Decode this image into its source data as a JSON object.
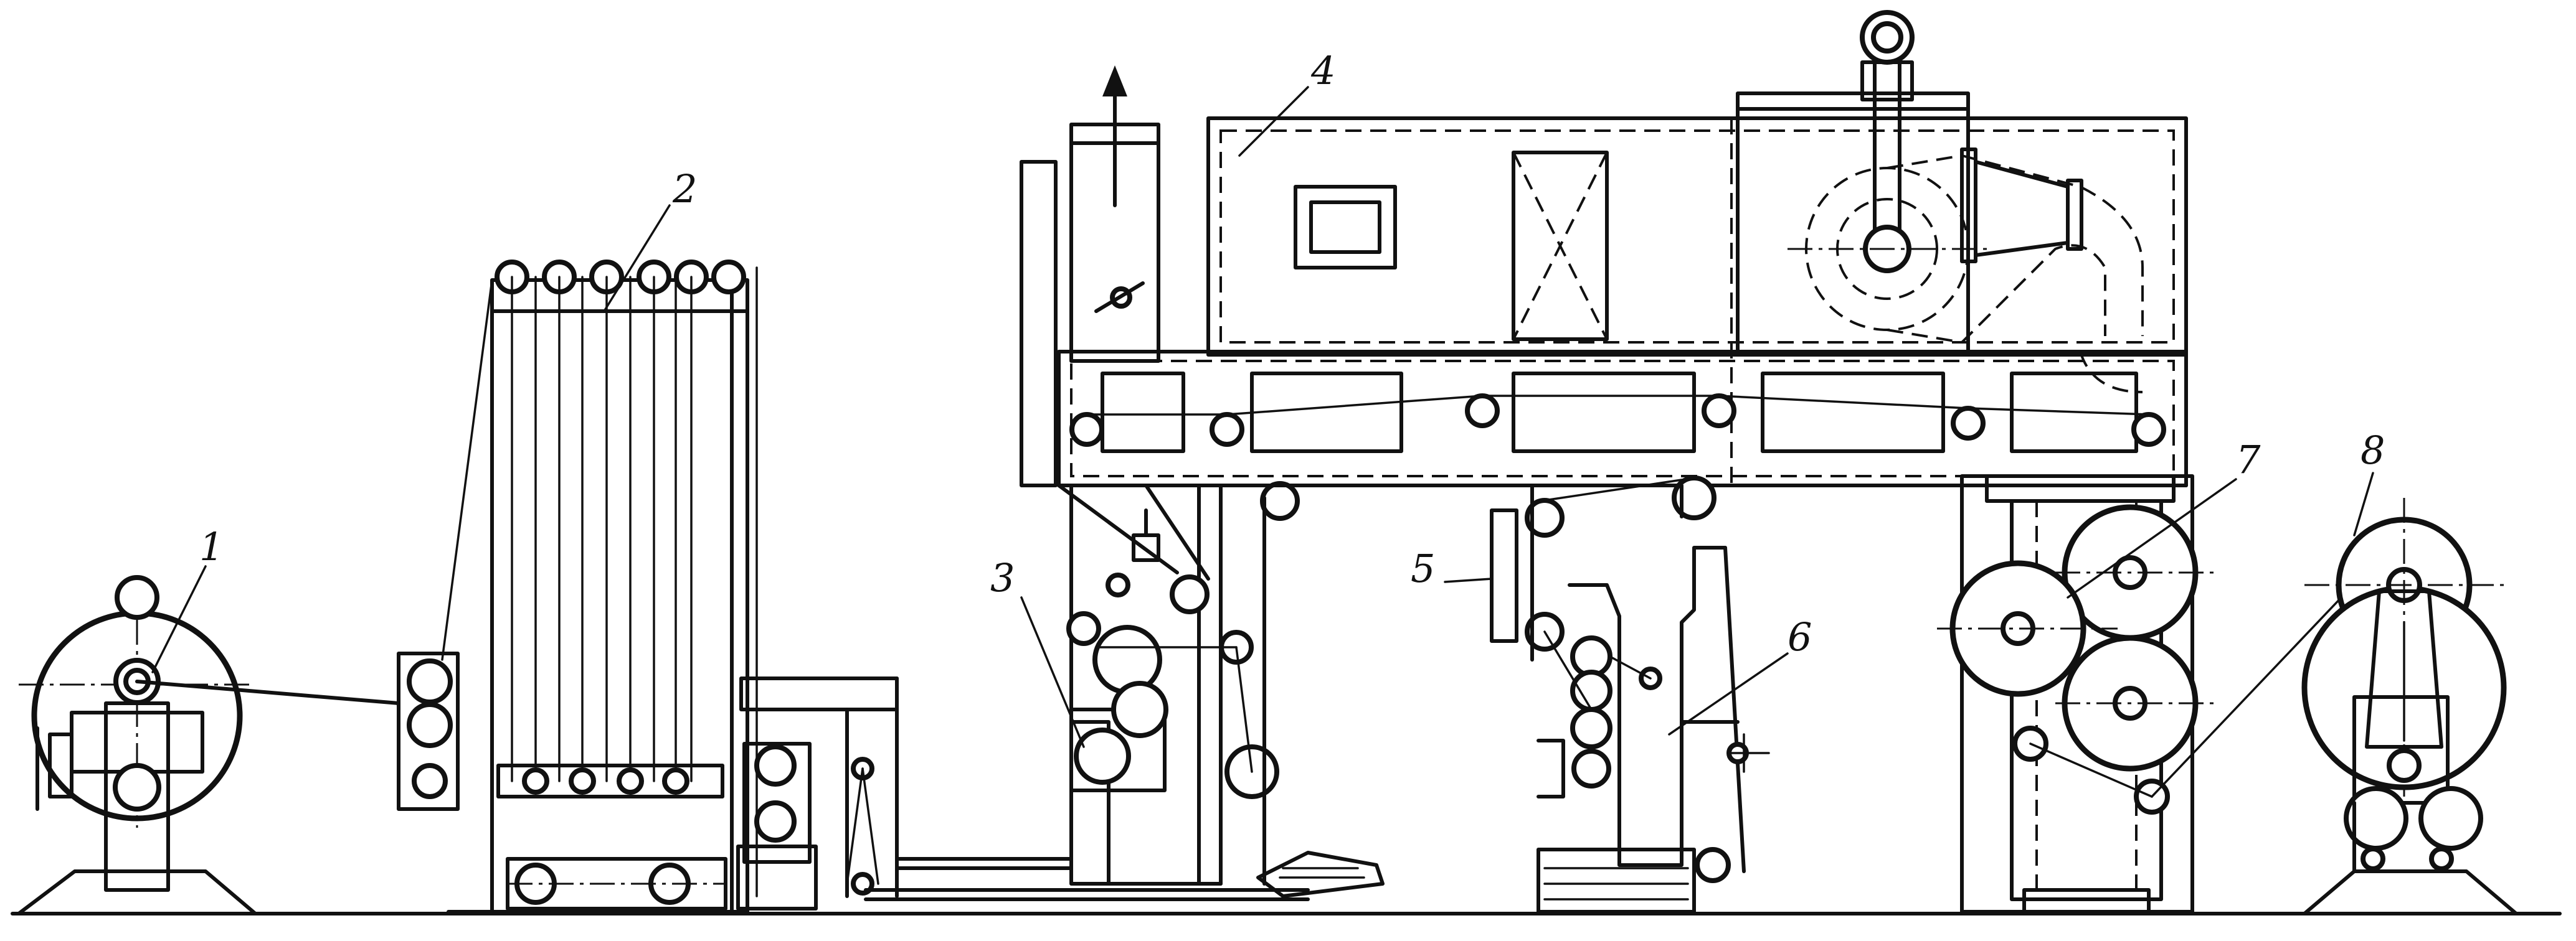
{
  "diagram": {
    "callouts": [
      {
        "id": "1",
        "label": "1"
      },
      {
        "id": "2",
        "label": "2"
      },
      {
        "id": "3",
        "label": "3"
      },
      {
        "id": "4",
        "label": "4"
      },
      {
        "id": "5",
        "label": "5"
      },
      {
        "id": "6",
        "label": "6"
      },
      {
        "id": "7",
        "label": "7"
      },
      {
        "id": "8",
        "label": "8"
      }
    ],
    "colors": {
      "ink": "#111111",
      "paper": "#ffffff"
    }
  }
}
